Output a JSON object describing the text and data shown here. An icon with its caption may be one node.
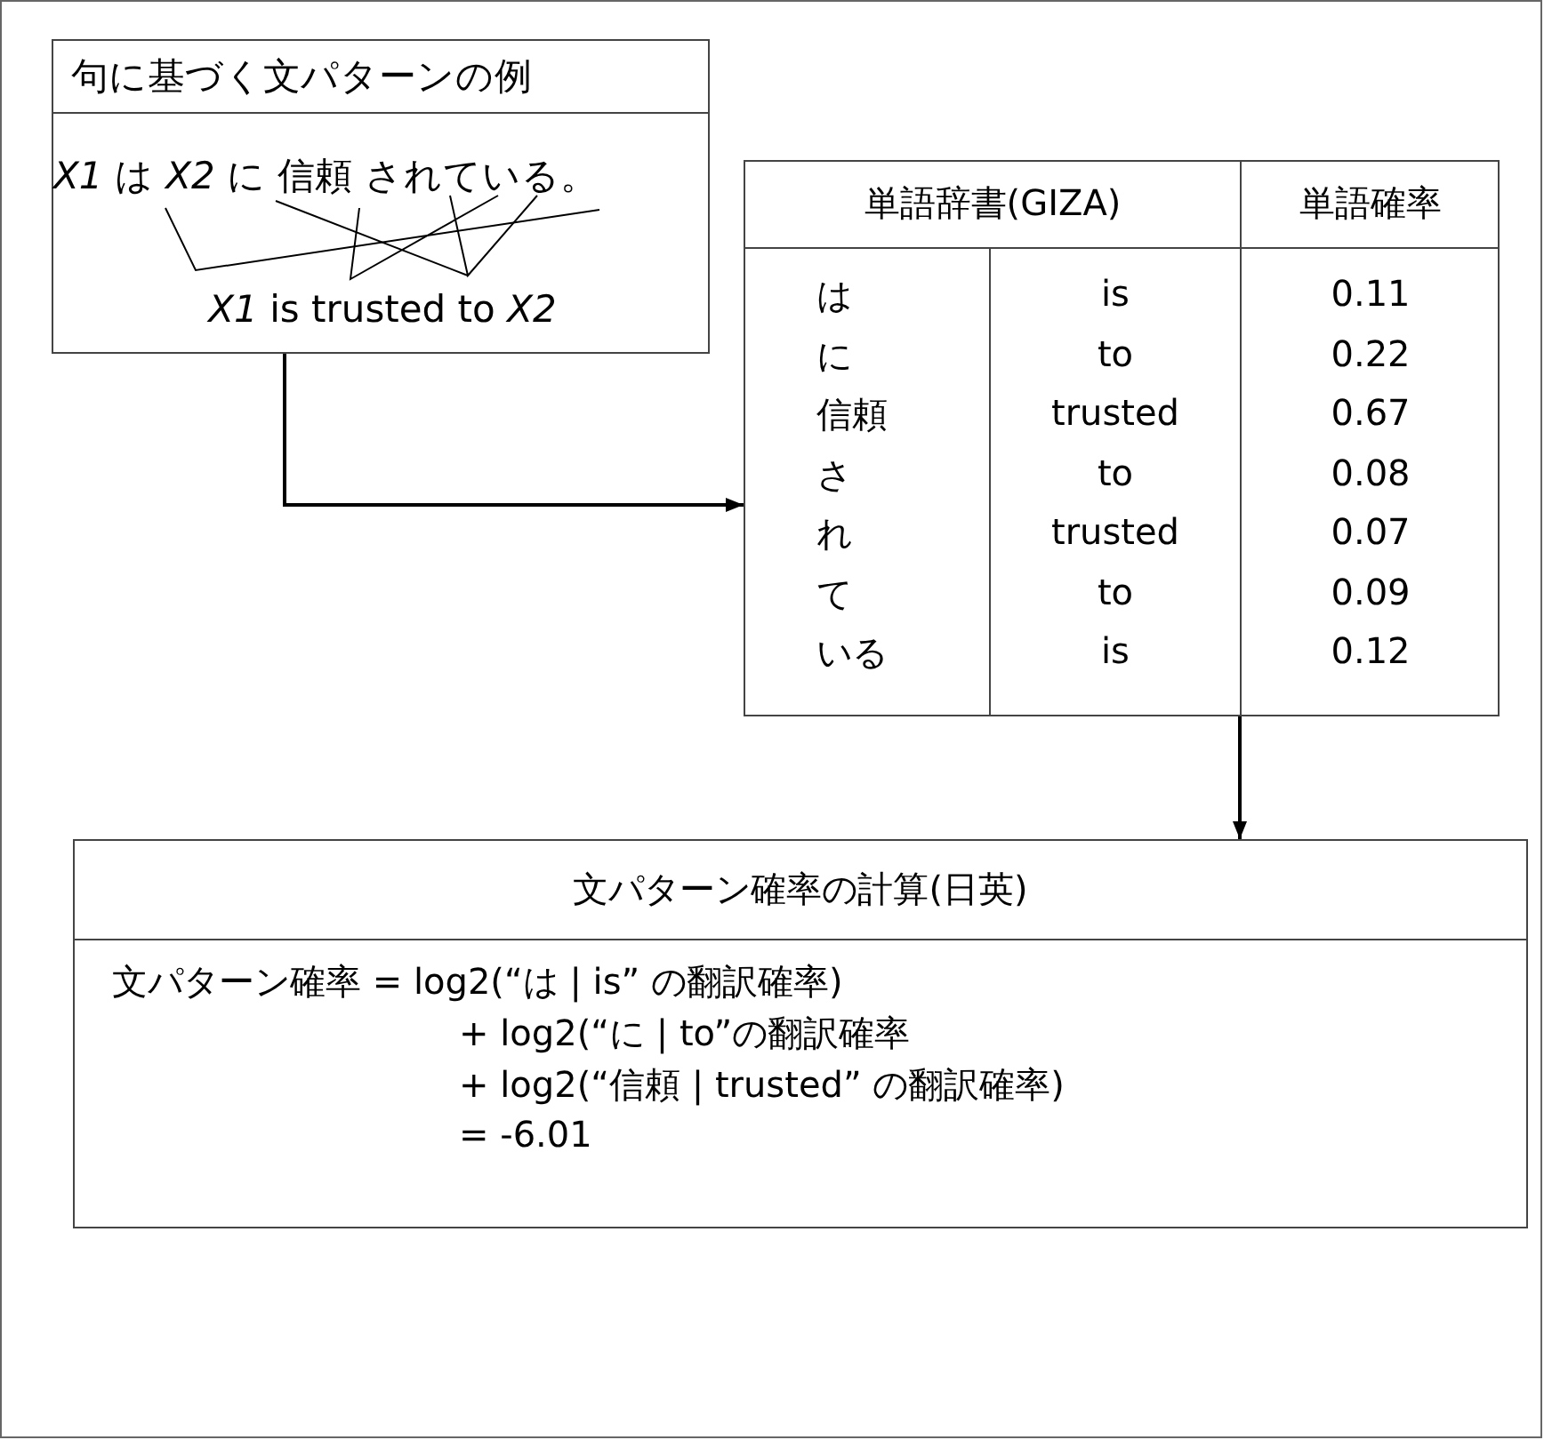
{
  "diagram": {
    "nodes": [
      {
        "text": [
          "句に基づく文パターンの例",
          "*X1* は *X2* に 信頼 されている。",
          "*X1* is trusted to *X2*"
        ]
      },
      {
        "text": [
          "単語辞書(GIZA)",
          "単語確率"
        ]
      },
      {
        "text": [
          "文パターン確率の計算(日英)",
          "文パターン確率 = log2(“は | is” の翻訳確率)",
          "+ log2(“に | to”の翻訳確率",
          "+ log2(“信頼 | trusted” の翻訳確率)",
          "= -6.01"
        ]
      }
    ],
    "edges": [
      {
        "from": 0,
        "to": 1,
        "arrow": "to"
      },
      {
        "from": 1,
        "to": 2,
        "arrow": "to"
      }
    ],
    "labels": [
      "は",
      "is",
      "0.11",
      "に",
      "to",
      "0.22",
      "信頼",
      "trusted",
      "0.67",
      "さ",
      "to",
      "0.08",
      "れ",
      "trusted",
      "0.07",
      "て",
      "to",
      "0.09",
      "いる",
      "is",
      "0.12"
    ]
  }
}
